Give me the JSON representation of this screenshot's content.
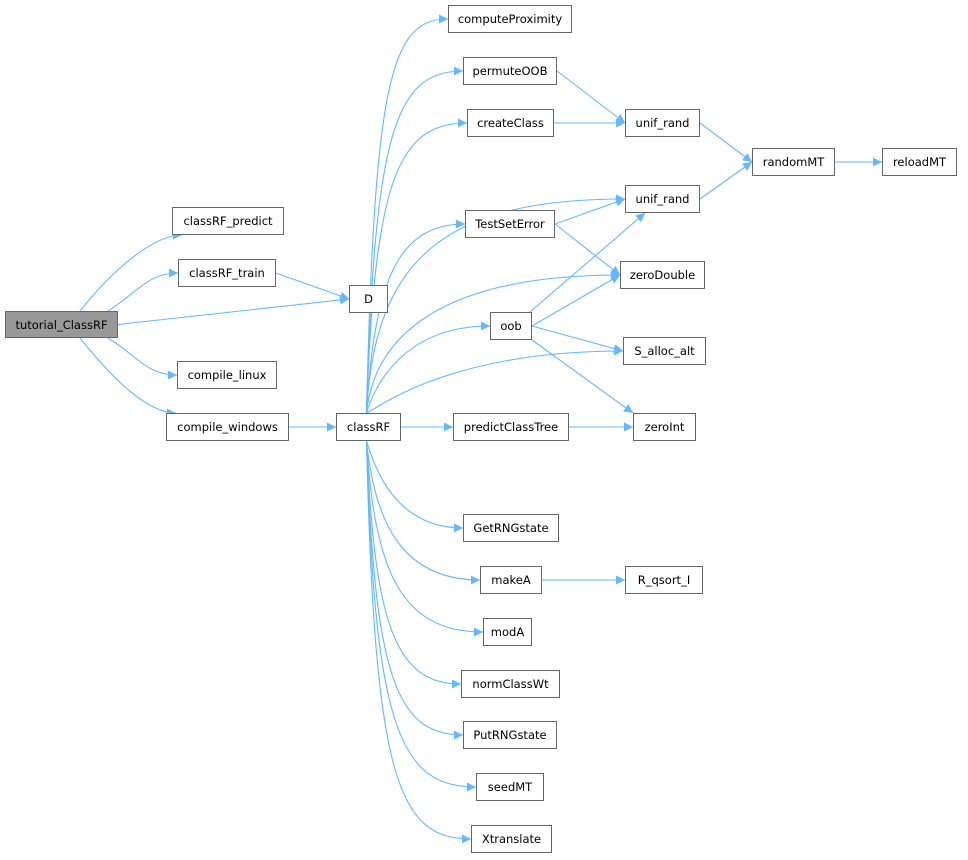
{
  "colors": {
    "edge": "#63b8ff",
    "root_fill": "#999999",
    "node_border": "#666666"
  },
  "nodes": {
    "tutorial_ClassRF": "tutorial_ClassRF",
    "classRF_predict": "classRF_predict",
    "classRF_train": "classRF_train",
    "D": "D",
    "compile_linux": "compile_linux",
    "compile_windows": "compile_windows",
    "classRF": "classRF",
    "computeProximity": "computeProximity",
    "permuteOOB": "permuteOOB",
    "createClass": "createClass",
    "unif_rand_1": "unif_rand",
    "randomMT": "randomMT",
    "reloadMT": "reloadMT",
    "unif_rand_2": "unif_rand",
    "TestSetError": "TestSetError",
    "zeroDouble": "zeroDouble",
    "oob": "oob",
    "S_alloc_alt": "S_alloc_alt",
    "predictClassTree": "predictClassTree",
    "zeroInt": "zeroInt",
    "GetRNGstate": "GetRNGstate",
    "makeA": "makeA",
    "R_qsort_I": "R_qsort_I",
    "modA": "modA",
    "normClassWt": "normClassWt",
    "PutRNGstate": "PutRNGstate",
    "seedMT": "seedMT",
    "Xtranslate": "Xtranslate"
  },
  "edges": [
    [
      "tutorial_ClassRF",
      "classRF_predict"
    ],
    [
      "tutorial_ClassRF",
      "classRF_train"
    ],
    [
      "tutorial_ClassRF",
      "D"
    ],
    [
      "tutorial_ClassRF",
      "compile_linux"
    ],
    [
      "tutorial_ClassRF",
      "compile_windows"
    ],
    [
      "classRF_train",
      "D"
    ],
    [
      "compile_windows",
      "classRF"
    ],
    [
      "classRF",
      "computeProximity"
    ],
    [
      "classRF",
      "permuteOOB"
    ],
    [
      "classRF",
      "createClass"
    ],
    [
      "classRF",
      "unif_rand_2"
    ],
    [
      "classRF",
      "TestSetError"
    ],
    [
      "classRF",
      "zeroDouble"
    ],
    [
      "classRF",
      "oob"
    ],
    [
      "classRF",
      "S_alloc_alt"
    ],
    [
      "classRF",
      "predictClassTree"
    ],
    [
      "classRF",
      "zeroInt"
    ],
    [
      "classRF",
      "GetRNGstate"
    ],
    [
      "classRF",
      "makeA"
    ],
    [
      "classRF",
      "modA"
    ],
    [
      "classRF",
      "normClassWt"
    ],
    [
      "classRF",
      "PutRNGstate"
    ],
    [
      "classRF",
      "seedMT"
    ],
    [
      "classRF",
      "Xtranslate"
    ],
    [
      "permuteOOB",
      "unif_rand_1"
    ],
    [
      "createClass",
      "unif_rand_1"
    ],
    [
      "unif_rand_1",
      "randomMT"
    ],
    [
      "unif_rand_2",
      "randomMT"
    ],
    [
      "randomMT",
      "reloadMT"
    ],
    [
      "TestSetError",
      "unif_rand_2"
    ],
    [
      "TestSetError",
      "zeroDouble"
    ],
    [
      "oob",
      "unif_rand_2"
    ],
    [
      "oob",
      "zeroDouble"
    ],
    [
      "oob",
      "S_alloc_alt"
    ],
    [
      "oob",
      "zeroInt"
    ],
    [
      "predictClassTree",
      "zeroInt"
    ],
    [
      "makeA",
      "R_qsort_I"
    ]
  ]
}
